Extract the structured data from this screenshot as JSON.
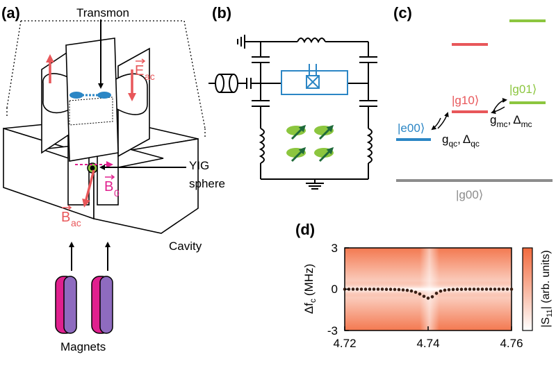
{
  "panels": {
    "a": "(a)",
    "b": "(b)",
    "c": "(c)",
    "d": "(d)"
  },
  "panel_a": {
    "transmon_label": "Transmon",
    "yig_label_line1": "YIG",
    "yig_label_line2": "sphere",
    "cavity_label": "Cavity",
    "magnets_label": "Magnets",
    "e_field_label": "E",
    "e_field_sub": "ac",
    "b0_label": "B",
    "b0_sub": "0",
    "bac_label": "B",
    "bac_sub": "ac"
  },
  "panel_c": {
    "g00": "|g00⟩",
    "e00": "|e00⟩",
    "g10": "|g10⟩",
    "g01": "|g01⟩",
    "qc_coupling": "g",
    "qc_sub": "qc",
    "qc_delta": "Δ",
    "mc_coupling": "g",
    "mc_sub": "mc",
    "mc_delta": "Δ",
    "comma": ","
  },
  "colors": {
    "red": "#e8575a",
    "blue": "#2b86c5",
    "green": "#8cc63f",
    "gray": "#8c8c8c",
    "magenta": "#e0208e",
    "purple": "#8e6bbf",
    "heat": "#f26a3d"
  },
  "chart_data": {
    "type": "scatter",
    "xlabel": "",
    "ylabel": "Δf",
    "ylabel_sub": "c",
    "ylabel_unit": "(MHz)",
    "colorbar_label": "|S",
    "colorbar_label_sub": "11",
    "colorbar_label_unit": "| (arb. units)",
    "xlim": [
      4.72,
      4.76
    ],
    "ylim": [
      -3,
      3
    ],
    "xticks": [
      "4.72",
      "4.74",
      "4.76"
    ],
    "yticks": [
      "3",
      "0",
      "-3"
    ],
    "x": [
      4.72,
      4.721,
      4.722,
      4.723,
      4.724,
      4.725,
      4.726,
      4.727,
      4.728,
      4.729,
      4.73,
      4.731,
      4.732,
      4.733,
      4.734,
      4.735,
      4.736,
      4.737,
      4.738,
      4.739,
      4.74,
      4.741,
      4.742,
      4.743,
      4.744,
      4.745,
      4.746,
      4.747,
      4.748,
      4.749,
      4.75,
      4.751,
      4.752,
      4.753,
      4.754,
      4.755,
      4.756,
      4.757,
      4.758,
      4.759,
      4.76
    ],
    "y": [
      0.0,
      0.0,
      0.0,
      0.0,
      0.0,
      0.0,
      0.0,
      0.0,
      0.0,
      0.0,
      -0.01,
      -0.01,
      -0.02,
      -0.03,
      -0.05,
      -0.08,
      -0.13,
      -0.22,
      -0.35,
      -0.52,
      -0.65,
      -0.55,
      -0.3,
      -0.14,
      -0.07,
      -0.04,
      -0.02,
      -0.01,
      -0.01,
      0.0,
      0.0,
      0.0,
      0.0,
      0.0,
      0.0,
      0.0,
      0.0,
      0.0,
      0.0,
      0.0,
      0.0
    ]
  }
}
